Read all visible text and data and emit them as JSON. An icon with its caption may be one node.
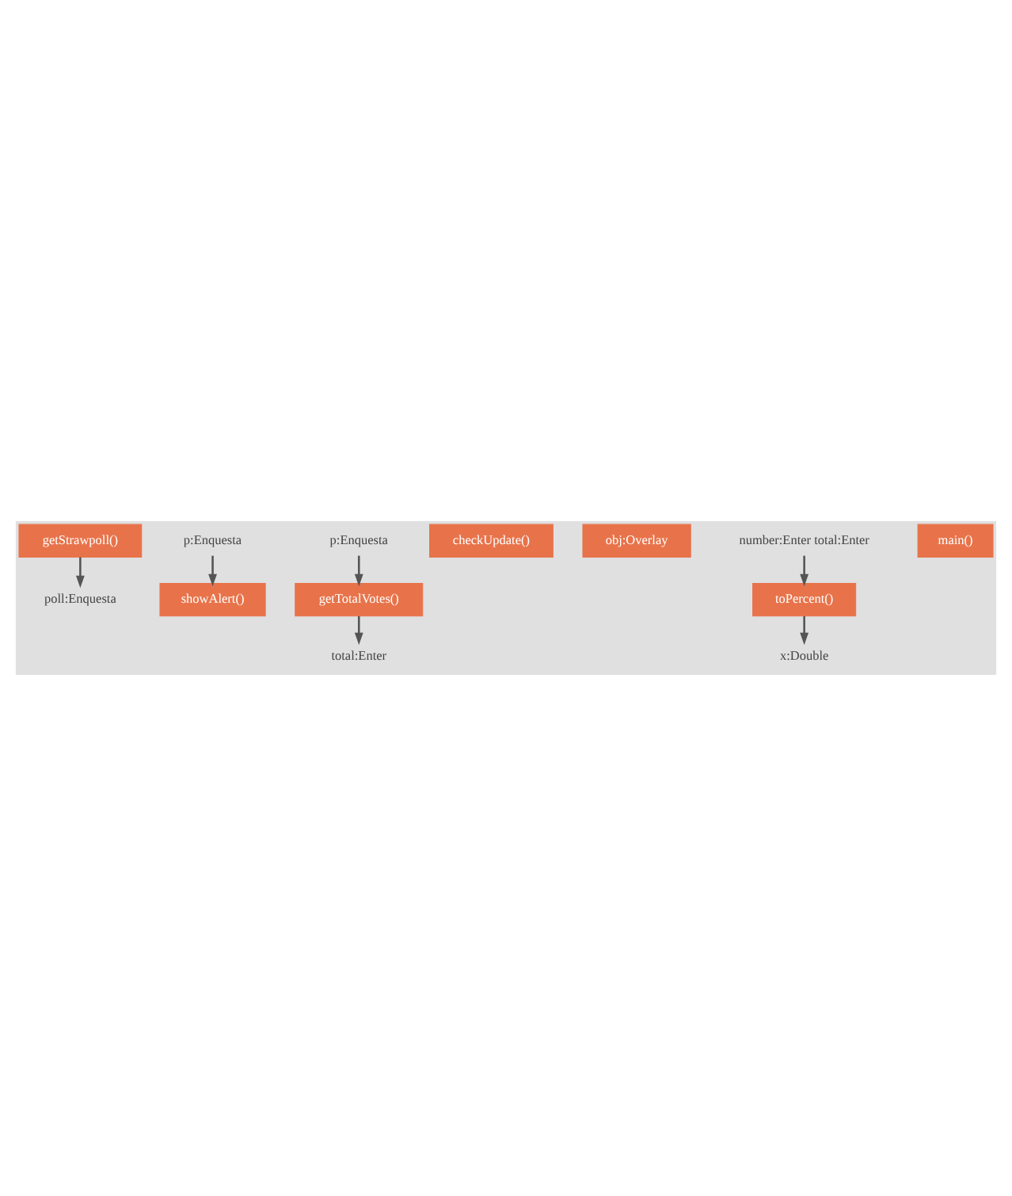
{
  "diagram": {
    "nodes": [
      {
        "text": [
          "getStrawpoll()"
        ]
      },
      {
        "text": [
          "poll:Enquesta"
        ]
      },
      {
        "text": [
          "p:Enquesta"
        ]
      },
      {
        "text": [
          "showAlert()"
        ]
      },
      {
        "text": [
          "p:Enquesta"
        ]
      },
      {
        "text": [
          "getTotalVotes()"
        ]
      },
      {
        "text": [
          "total:Enter"
        ]
      },
      {
        "text": [
          "checkUpdate()"
        ]
      },
      {
        "text": [
          "obj:Overlay"
        ]
      },
      {
        "text": [
          "number:Enter total:Enter"
        ]
      },
      {
        "text": [
          "toPercent()"
        ]
      },
      {
        "text": [
          "main()"
        ]
      },
      {
        "text": [
          "x:Double"
        ]
      }
    ],
    "edges": [
      {
        "from": 0,
        "to": 1,
        "arrow": "to"
      },
      {
        "from": 2,
        "to": 3,
        "arrow": "to"
      },
      {
        "from": 4,
        "to": 5,
        "arrow": "to"
      },
      {
        "from": 5,
        "to": 6,
        "arrow": "to"
      },
      {
        "from": 9,
        "to": 10,
        "arrow": "to"
      },
      {
        "from": 10,
        "to": 12,
        "arrow": "to"
      }
    ]
  }
}
